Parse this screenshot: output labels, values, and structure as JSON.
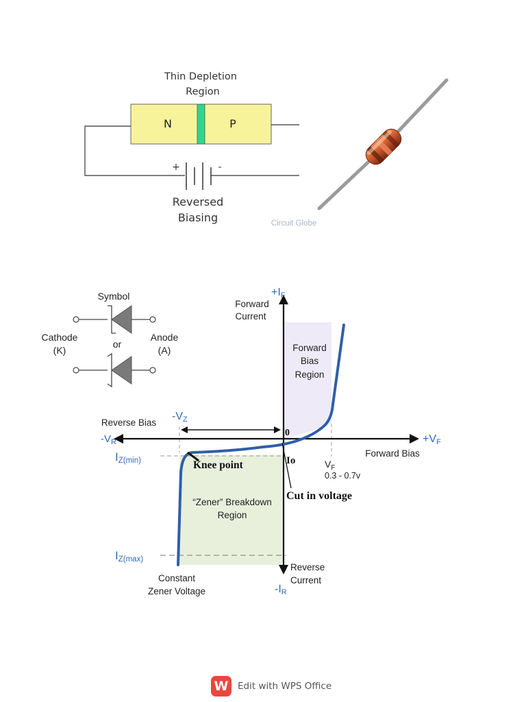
{
  "top_diagram": {
    "depletion_label_1": "Thin Depletion",
    "depletion_label_2": "Region",
    "n_label": "N",
    "p_label": "P",
    "plus": "+",
    "minus": "-",
    "bias_label_1": "Reversed",
    "bias_label_2": "Biasing",
    "watermark": "Circuit Globe",
    "colors": {
      "block": "#f7f39b",
      "depletion": "#2ed889",
      "diode_body": "#c9542a"
    }
  },
  "symbol": {
    "title": "Symbol",
    "or": "or",
    "cathode_1": "Cathode",
    "cathode_2": "(K)",
    "anode_1": "Anode",
    "anode_2": "(A)"
  },
  "graph": {
    "plus_if": "+I",
    "plus_if_sub": "F",
    "forward_current_1": "Forward",
    "forward_current_2": "Current",
    "forward_region_1": "Forward",
    "forward_region_2": "Bias",
    "forward_region_3": "Region",
    "reverse_bias": "Reverse Bias",
    "minus_vz": "-V",
    "minus_vz_sub": "Z",
    "minus_vr": "-V",
    "minus_vr_sub": "R",
    "plus_vf": "+V",
    "plus_vf_sub": "F",
    "zero": "0",
    "forward_bias": "Forward Bias",
    "iz_min": "I",
    "iz_min_sub": "Z(min)",
    "knee_point": "Knee point",
    "io": "Io",
    "vf": "V",
    "vf_sub": "F",
    "vf_range": "0.3 - 0.7v",
    "cut_in": "Cut in voltage",
    "zener_region_1": "“Zener” Breakdown",
    "zener_region_2": "Region",
    "iz_max": "I",
    "iz_max_sub": "Z(max)",
    "constant_1": "Constant",
    "constant_2": "Zener Voltage",
    "reverse_current_1": "Reverse",
    "reverse_current_2": "Current",
    "minus_ir": "-I",
    "minus_ir_sub": "R",
    "colors": {
      "curve": "#2e5fa8",
      "axis_label_blue": "#2f6bb5",
      "forward_fill": "#eeeaf7",
      "zener_fill": "#e8f0dc"
    }
  },
  "footer": {
    "logo_letter": "W",
    "text": "Edit with WPS Office"
  }
}
